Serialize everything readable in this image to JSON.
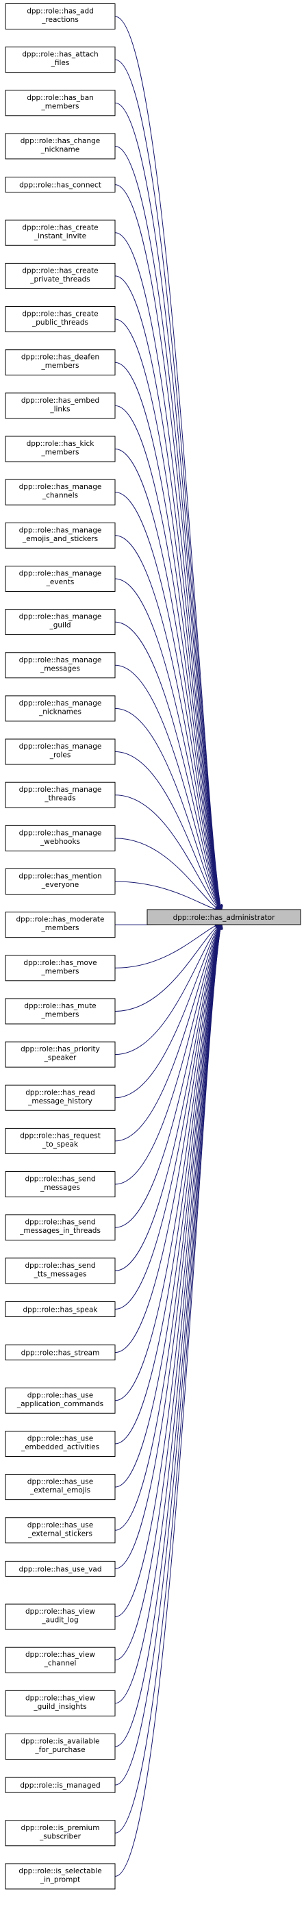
{
  "diagram": {
    "target": {
      "label": "dpp::role::has_administrator",
      "lines": [
        "dpp::role::has_administrator"
      ]
    },
    "callers": [
      {
        "lines": [
          "dpp::role::has_add",
          "_reactions"
        ]
      },
      {
        "lines": [
          "dpp::role::has_attach",
          "_files"
        ]
      },
      {
        "lines": [
          "dpp::role::has_ban",
          "_members"
        ]
      },
      {
        "lines": [
          "dpp::role::has_change",
          "_nickname"
        ]
      },
      {
        "lines": [
          "dpp::role::has_connect"
        ]
      },
      {
        "lines": [
          "dpp::role::has_create",
          "_instant_invite"
        ]
      },
      {
        "lines": [
          "dpp::role::has_create",
          "_private_threads"
        ]
      },
      {
        "lines": [
          "dpp::role::has_create",
          "_public_threads"
        ]
      },
      {
        "lines": [
          "dpp::role::has_deafen",
          "_members"
        ]
      },
      {
        "lines": [
          "dpp::role::has_embed",
          "_links"
        ]
      },
      {
        "lines": [
          "dpp::role::has_kick",
          "_members"
        ]
      },
      {
        "lines": [
          "dpp::role::has_manage",
          "_channels"
        ]
      },
      {
        "lines": [
          "dpp::role::has_manage",
          "_emojis_and_stickers"
        ]
      },
      {
        "lines": [
          "dpp::role::has_manage",
          "_events"
        ]
      },
      {
        "lines": [
          "dpp::role::has_manage",
          "_guild"
        ]
      },
      {
        "lines": [
          "dpp::role::has_manage",
          "_messages"
        ]
      },
      {
        "lines": [
          "dpp::role::has_manage",
          "_nicknames"
        ]
      },
      {
        "lines": [
          "dpp::role::has_manage",
          "_roles"
        ]
      },
      {
        "lines": [
          "dpp::role::has_manage",
          "_threads"
        ]
      },
      {
        "lines": [
          "dpp::role::has_manage",
          "_webhooks"
        ]
      },
      {
        "lines": [
          "dpp::role::has_mention",
          "_everyone"
        ]
      },
      {
        "lines": [
          "dpp::role::has_moderate",
          "_members"
        ]
      },
      {
        "lines": [
          "dpp::role::has_move",
          "_members"
        ]
      },
      {
        "lines": [
          "dpp::role::has_mute",
          "_members"
        ]
      },
      {
        "lines": [
          "dpp::role::has_priority",
          "_speaker"
        ]
      },
      {
        "lines": [
          "dpp::role::has_read",
          "_message_history"
        ]
      },
      {
        "lines": [
          "dpp::role::has_request",
          "_to_speak"
        ]
      },
      {
        "lines": [
          "dpp::role::has_send",
          "_messages"
        ]
      },
      {
        "lines": [
          "dpp::role::has_send",
          "_messages_in_threads"
        ]
      },
      {
        "lines": [
          "dpp::role::has_send",
          "_tts_messages"
        ]
      },
      {
        "lines": [
          "dpp::role::has_speak"
        ]
      },
      {
        "lines": [
          "dpp::role::has_stream"
        ]
      },
      {
        "lines": [
          "dpp::role::has_use",
          "_application_commands"
        ]
      },
      {
        "lines": [
          "dpp::role::has_use",
          "_embedded_activities"
        ]
      },
      {
        "lines": [
          "dpp::role::has_use",
          "_external_emojis"
        ]
      },
      {
        "lines": [
          "dpp::role::has_use",
          "_external_stickers"
        ]
      },
      {
        "lines": [
          "dpp::role::has_use_vad"
        ]
      },
      {
        "lines": [
          "dpp::role::has_view",
          "_audit_log"
        ]
      },
      {
        "lines": [
          "dpp::role::has_view",
          "_channel"
        ]
      },
      {
        "lines": [
          "dpp::role::has_view",
          "_guild_insights"
        ]
      },
      {
        "lines": [
          "dpp::role::is_available",
          "_for_purchase"
        ]
      },
      {
        "lines": [
          "dpp::role::is_managed"
        ]
      },
      {
        "lines": [
          "dpp::role::is_premium",
          "_subscriber"
        ]
      },
      {
        "lines": [
          "dpp::role::is_selectable",
          "_in_prompt"
        ]
      }
    ],
    "colors": {
      "edge": "#191970",
      "node_border": "#000000",
      "node_fill": "#ffffff",
      "target_fill": "#bfbfbf",
      "text": "#000000"
    }
  }
}
